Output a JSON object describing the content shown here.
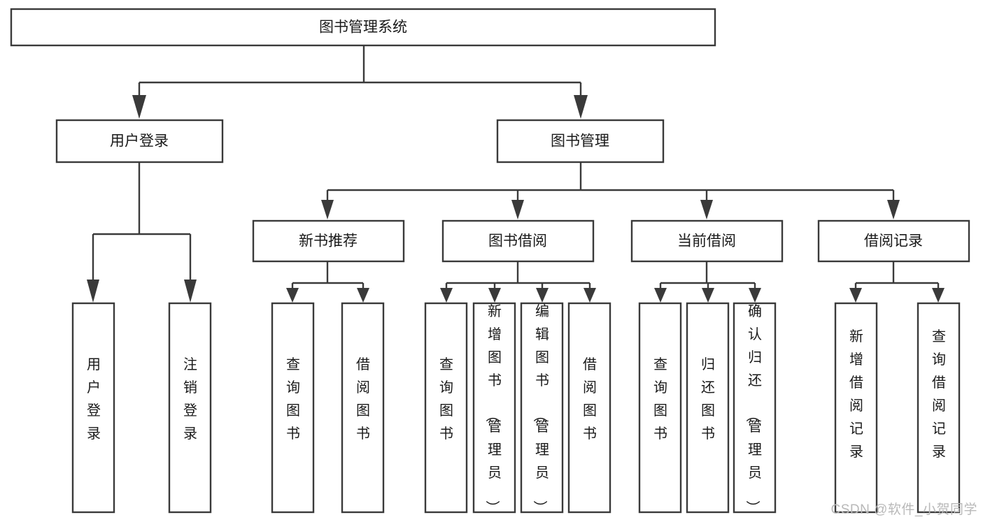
{
  "diagram": {
    "title": "图书管理系统",
    "type": "tree",
    "watermark": "CSDN @软件_小贺同学",
    "colors": {
      "stroke": "#3a3a3a",
      "fill": "#ffffff",
      "text": "#1a1a1a",
      "watermark": "#b9b9b9"
    },
    "nodes": {
      "root": {
        "label": "图书管理系统",
        "orientation": "horizontal"
      },
      "level2": [
        {
          "label": "用户登录",
          "orientation": "horizontal"
        },
        {
          "label": "图书管理",
          "orientation": "horizontal"
        }
      ],
      "level3": [
        {
          "label": "新书推荐",
          "orientation": "horizontal"
        },
        {
          "label": "图书借阅",
          "orientation": "horizontal"
        },
        {
          "label": "当前借阅",
          "orientation": "horizontal"
        },
        {
          "label": "借阅记录",
          "orientation": "horizontal"
        }
      ],
      "leaves": {
        "user_login": [
          {
            "label": "用户登录",
            "orientation": "vertical"
          },
          {
            "label": "注销登录",
            "orientation": "vertical"
          }
        ],
        "new_book_recommend": [
          {
            "label": "查询图书",
            "orientation": "vertical"
          },
          {
            "label": "借阅图书",
            "orientation": "vertical"
          }
        ],
        "book_borrow": [
          {
            "label": "查询图书",
            "orientation": "vertical"
          },
          {
            "label": "新增图书（管理员）",
            "orientation": "vertical"
          },
          {
            "label": "编辑图书（管理员）",
            "orientation": "vertical"
          },
          {
            "label": "借阅图书",
            "orientation": "vertical"
          }
        ],
        "current_borrow": [
          {
            "label": "查询图书",
            "orientation": "vertical"
          },
          {
            "label": "归还图书",
            "orientation": "vertical"
          },
          {
            "label": "确认归还（管理员）",
            "orientation": "vertical"
          }
        ],
        "borrow_record": [
          {
            "label": "新增借阅记录",
            "orientation": "vertical"
          },
          {
            "label": "查询借阅记录",
            "orientation": "vertical"
          }
        ]
      }
    }
  }
}
